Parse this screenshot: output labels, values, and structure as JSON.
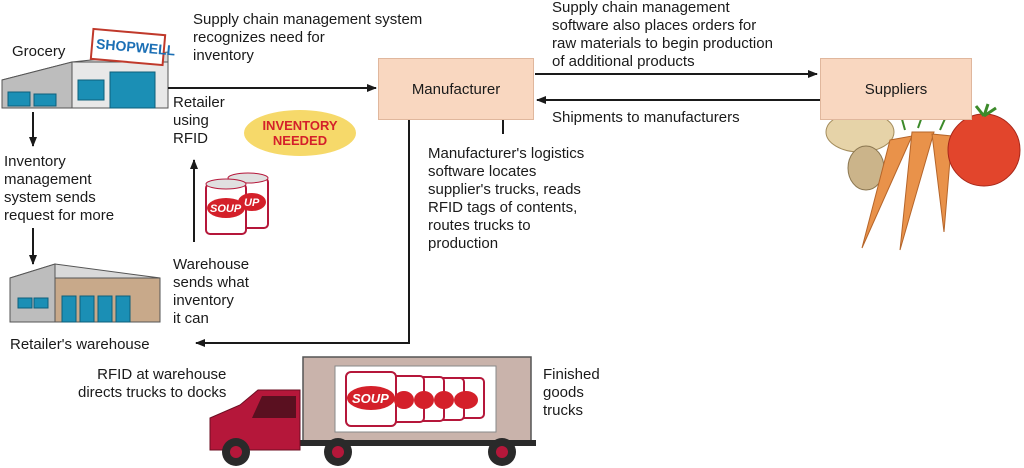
{
  "labels": {
    "grocery": "Grocery",
    "shopwell": "SHOPWELL",
    "scm_recognizes": "Supply chain management system\nrecognizes need for\ninventory",
    "manufacturer": "Manufacturer",
    "scm_orders": "Supply chain management\nsoftware also places orders for\nraw materials to begin production\nof additional products",
    "suppliers": "Suppliers",
    "shipments": "Shipments to manufacturers",
    "retailer_rfid": "Retailer\nusing\nRFID",
    "inventory_needed": "INVENTORY\nNEEDED",
    "manufacturer_logistics": "Manufacturer's logistics\nsoftware locates\nsupplier's trucks, reads\nRFID tags of contents,\nroutes trucks to\nproduction",
    "inventory_mgmt": "Inventory\nmanagement\nsystem sends\nrequest for more",
    "warehouse_sends": "Warehouse\nsends what\ninventory\nit can",
    "retailers_warehouse": "Retailer's warehouse",
    "rfid_warehouse": "RFID at warehouse\ndirects trucks to docks",
    "finished_goods": "Finished\ngoods\ntrucks",
    "soup": "SOUP",
    "up": "UP"
  },
  "colors": {
    "box_fill": "#f9d7c0",
    "badge_fill": "#f6d96a",
    "badge_text": "#d4202a",
    "truck_red": "#b5173a",
    "trailer_fill": "#c9b3ab",
    "building_blue": "#1b8fb5"
  }
}
